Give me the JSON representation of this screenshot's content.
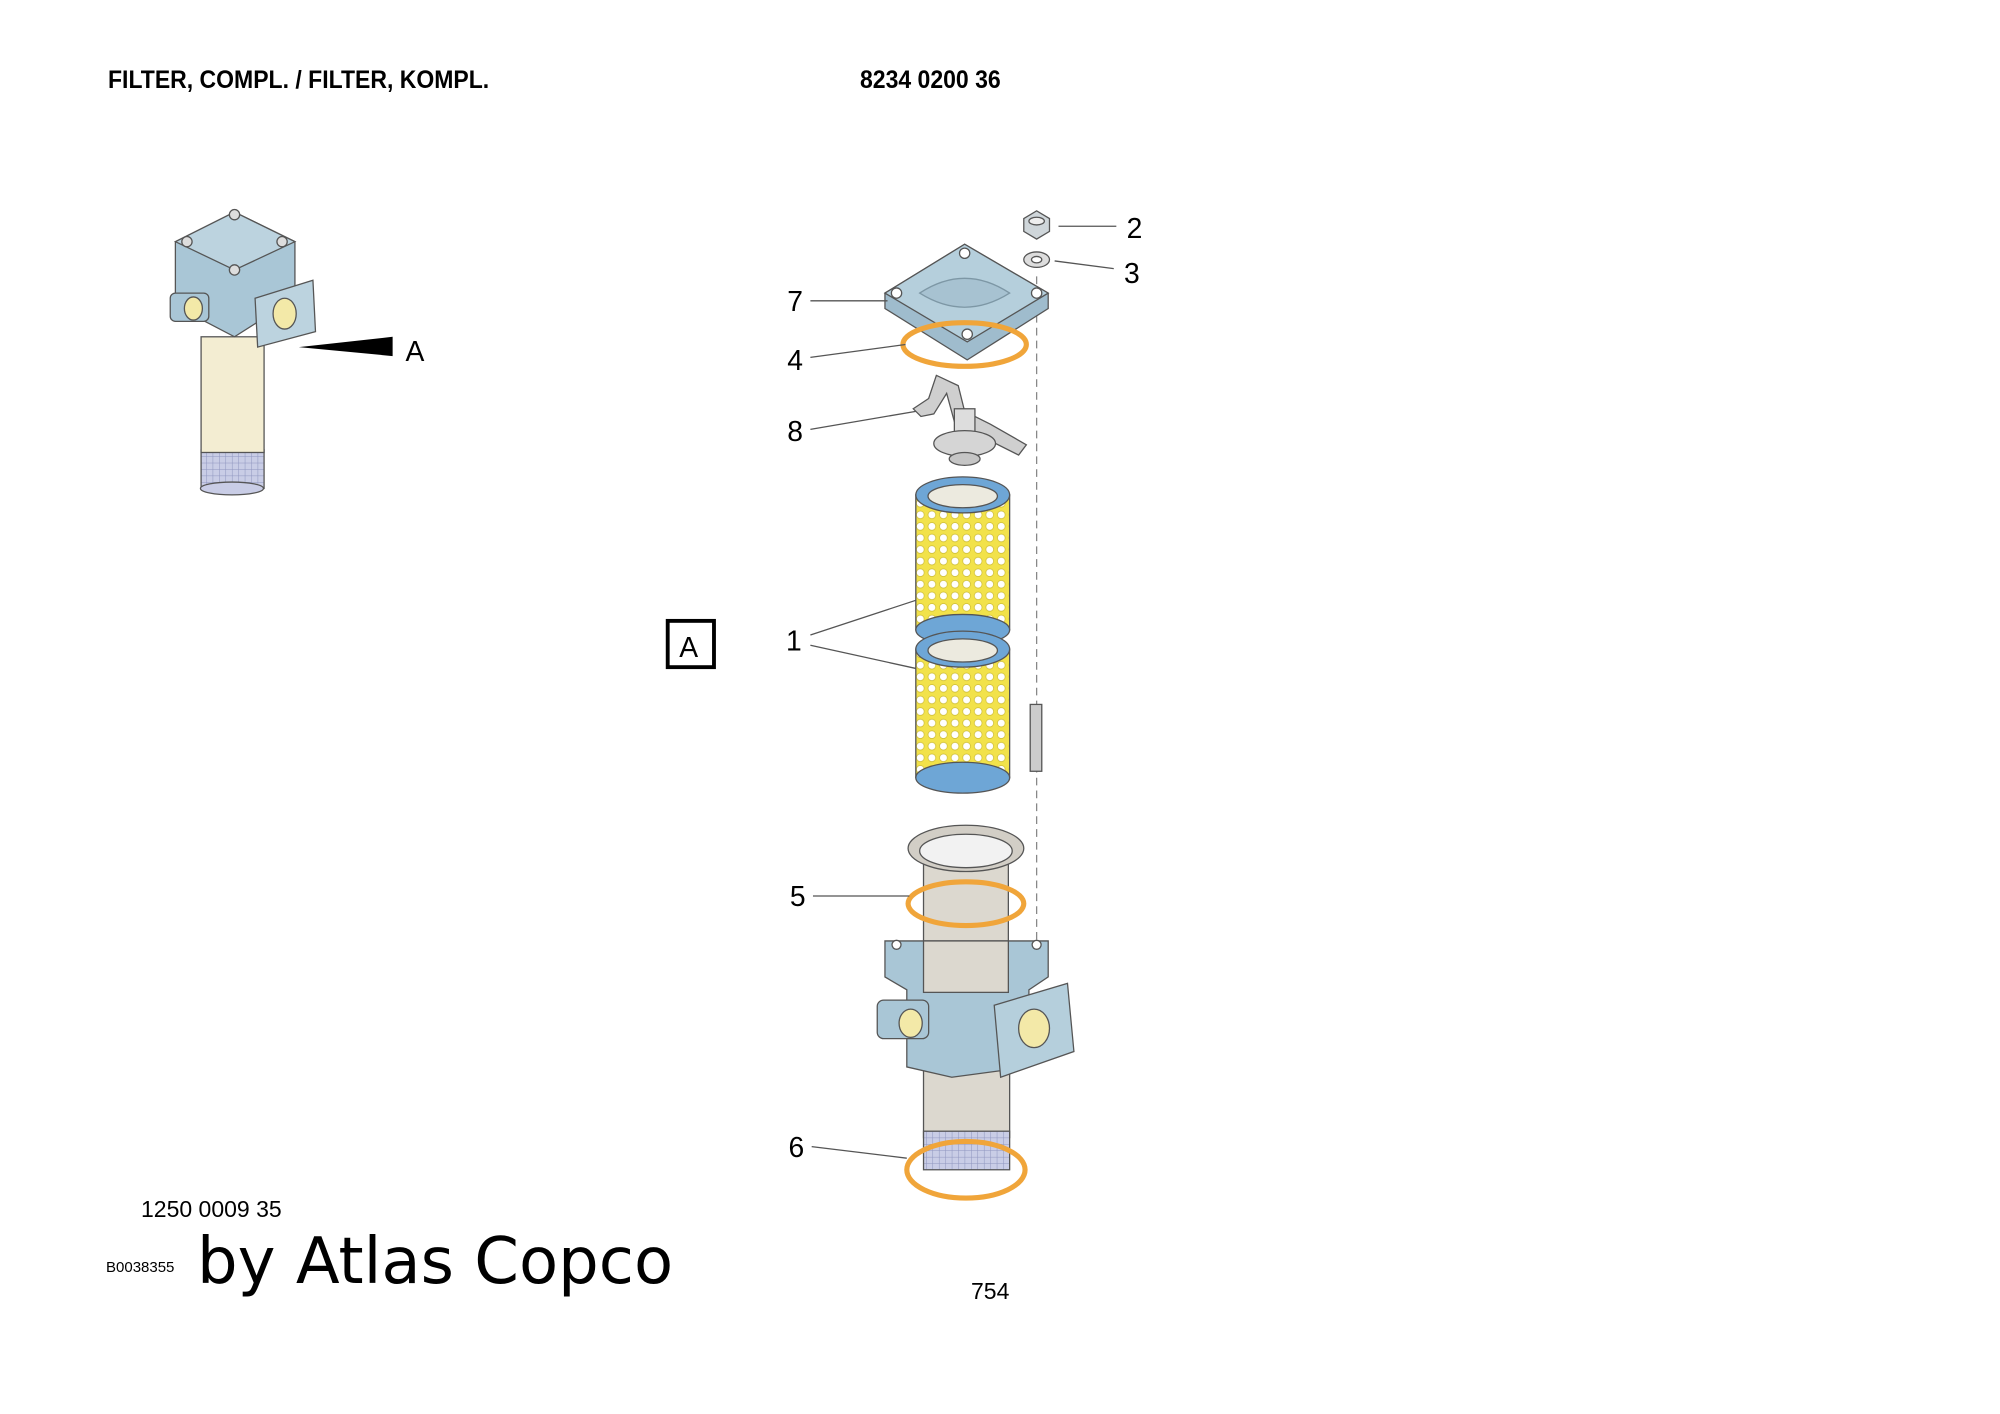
{
  "header": {
    "title": "FILTER, COMPL. / FILTER, KOMPL.",
    "part_number": "8234 0200 36"
  },
  "drawing": {
    "overview_view_label": "A",
    "detail_view_label": "A",
    "callouts": [
      "1",
      "2",
      "3",
      "4",
      "5",
      "6",
      "7",
      "8"
    ]
  },
  "footer": {
    "reference_number": "1250 0009 35",
    "image_id": "B0038355",
    "brand": "by Atlas Copco",
    "page_number": "754"
  },
  "colors": {
    "housing": "#a9c6d6",
    "filter": "#f2e24a",
    "seal_blue": "#6ea6d6",
    "o_ring": "#f0a53a",
    "cylinder": "#dcd8cf",
    "cream": "#f3edd2"
  }
}
